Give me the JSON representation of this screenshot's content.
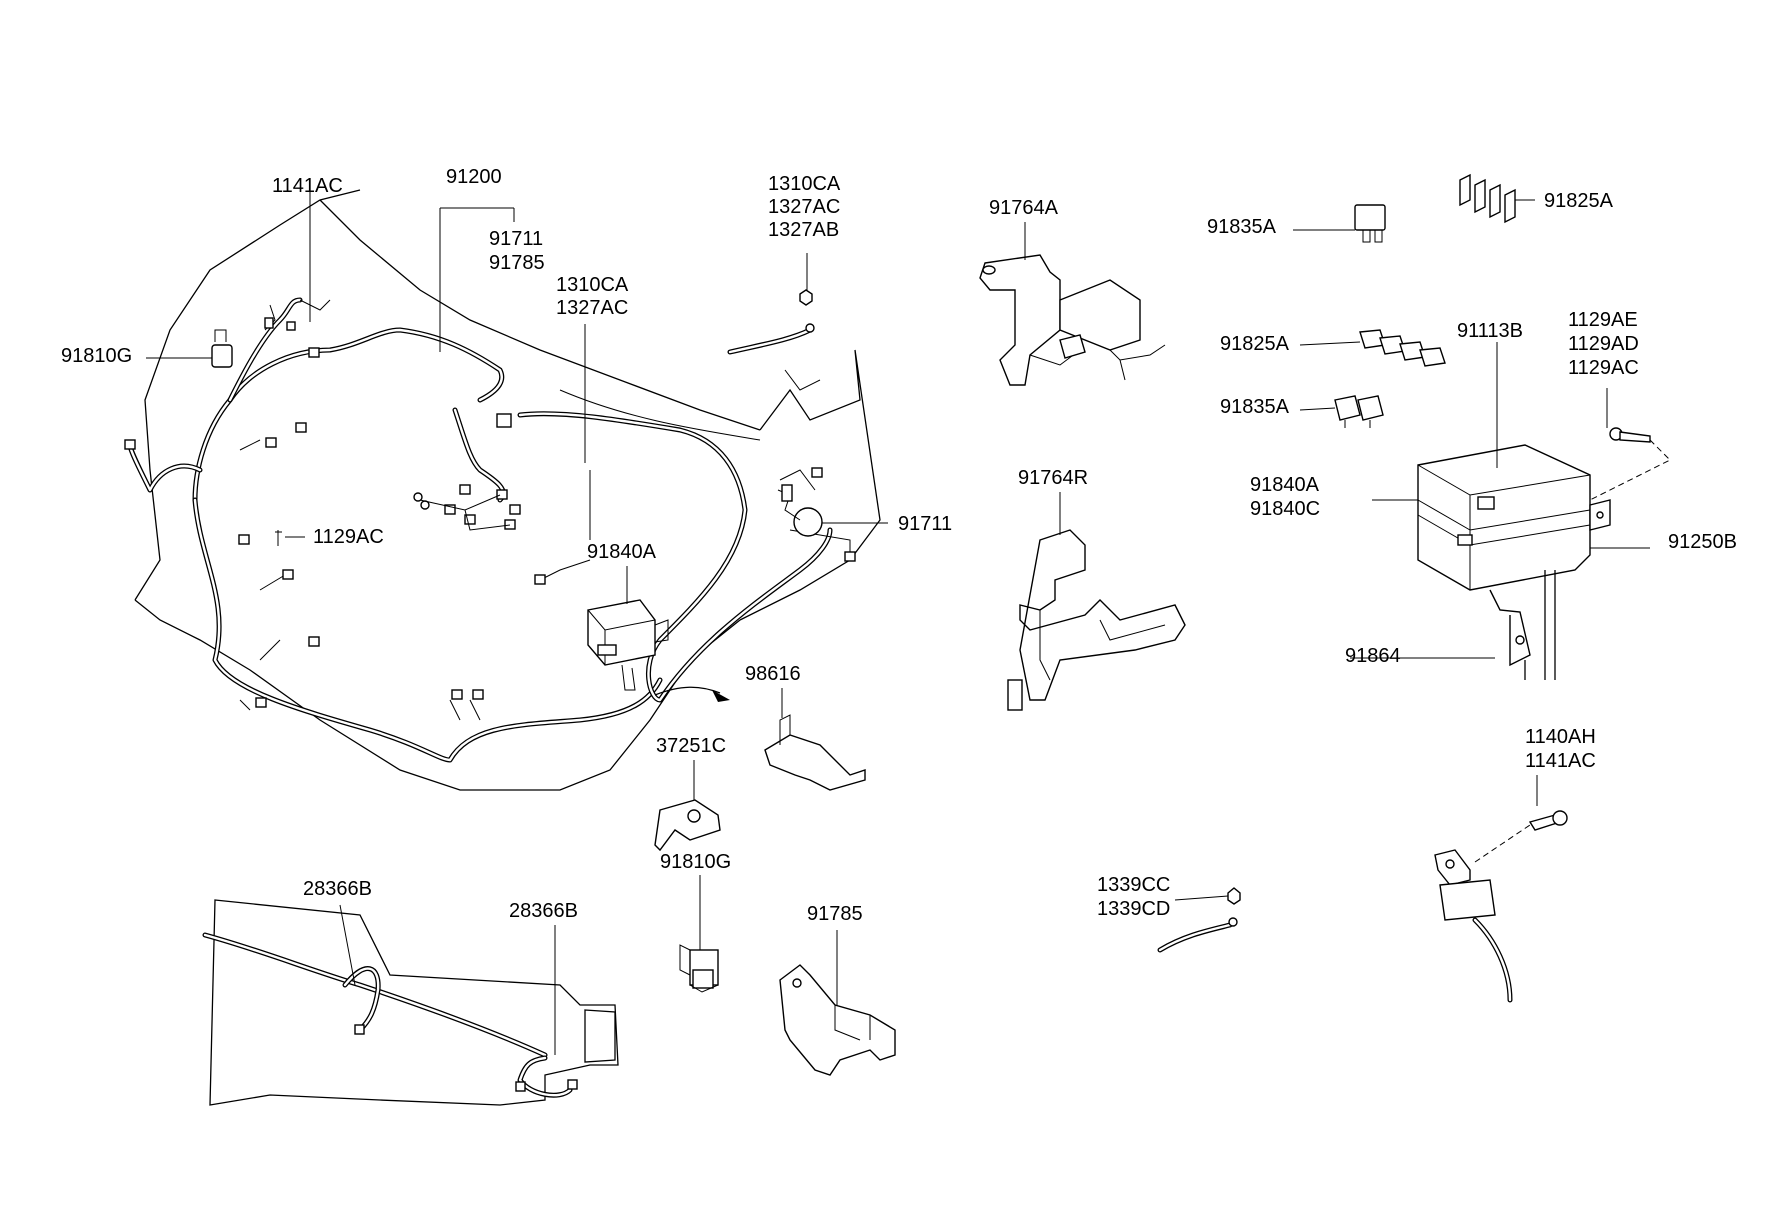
{
  "callouts": {
    "p1141AC_top": "1141AC",
    "p91200": "91200",
    "p91711_top": "91711",
    "p91785_top": "91785",
    "p1310CA_a": "1310CA",
    "p1327AC_a": "1327AC",
    "p1327AB": "1327AB",
    "p1310CA_b": "1310CA",
    "p1327AC_b": "1327AC",
    "p91810G_left": "91810G",
    "p1129AC_left": "1129AC",
    "p91840A_mid": "91840A",
    "p91711_right": "91711",
    "p98616": "98616",
    "p37251C": "37251C",
    "p91810G_low": "91810G",
    "p91785_low": "91785",
    "p28366B_a": "28366B",
    "p28366B_b": "28366B",
    "p91764A": "91764A",
    "p91764R": "91764R",
    "p91835A_top": "91835A",
    "p91825A_top": "91825A",
    "p91825A_mid": "91825A",
    "p91835A_mid": "91835A",
    "p91113B": "91113B",
    "p1129AE": "1129AE",
    "p1129AD": "1129AD",
    "p1129AC_right": "1129AC",
    "p91840A_right": "91840A",
    "p91840C": "91840C",
    "p91250B": "91250B",
    "p91864": "91864",
    "p1140AH": "1140AH",
    "p1141AC_right": "1141AC",
    "p1339CC": "1339CC",
    "p1339CD": "1339CD"
  }
}
